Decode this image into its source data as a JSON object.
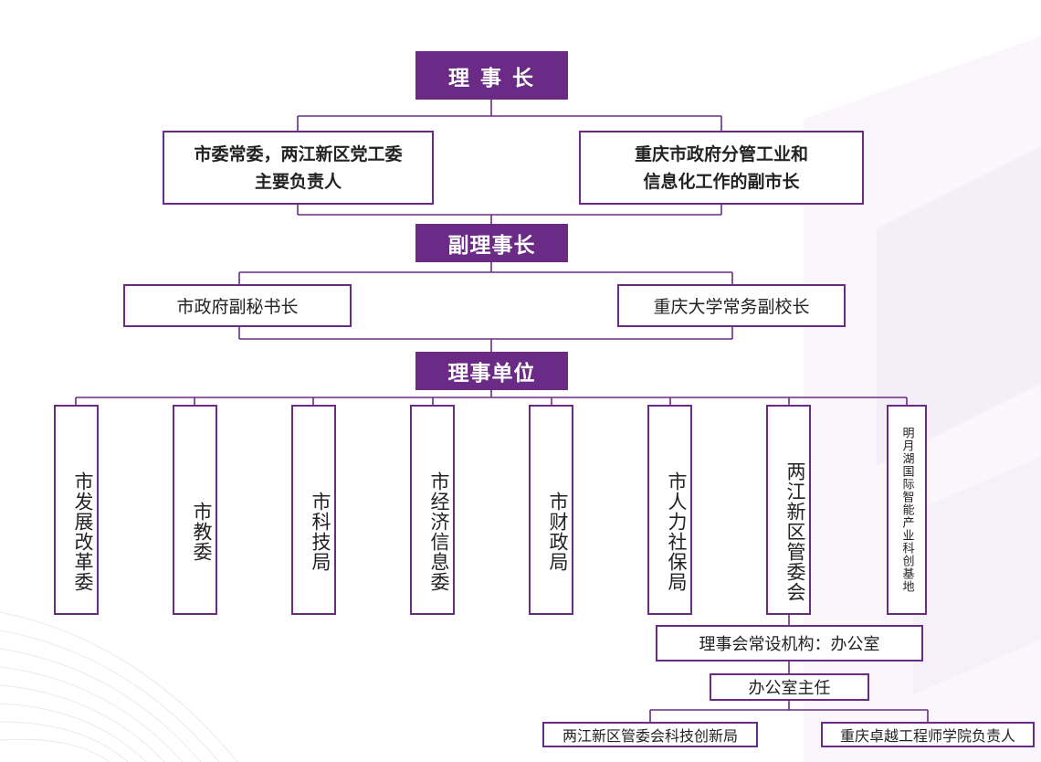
{
  "colors": {
    "accent": "#6b2a86",
    "text": "#222222",
    "background": "#ffffff"
  },
  "chairman": {
    "title": "理 事 长"
  },
  "chairman_members": {
    "left": {
      "line1": "市委常委，两江新区党工委",
      "line2": "主要负责人"
    },
    "right": {
      "line1": "重庆市政府分管工业和",
      "line2": "信息化工作的副市长"
    }
  },
  "vice_chairman": {
    "title": "副理事长"
  },
  "vice_members": {
    "left": "市政府副秘书长",
    "right": "重庆大学常务副校长"
  },
  "member_units": {
    "title": "理事单位",
    "items": [
      "市发展改革委",
      "市教委",
      "市科技局",
      "市经济信息委",
      "市财政局",
      "市人力社保局",
      "两江新区管委会",
      "明月湖国际智能产业科创基地"
    ]
  },
  "standing_office": {
    "label": "理事会常设机构：办公室"
  },
  "office_director": {
    "label": "办公室主任"
  },
  "director_sources": {
    "left": "两江新区管委会科技创新局",
    "right": "重庆卓越工程师学院负责人"
  }
}
